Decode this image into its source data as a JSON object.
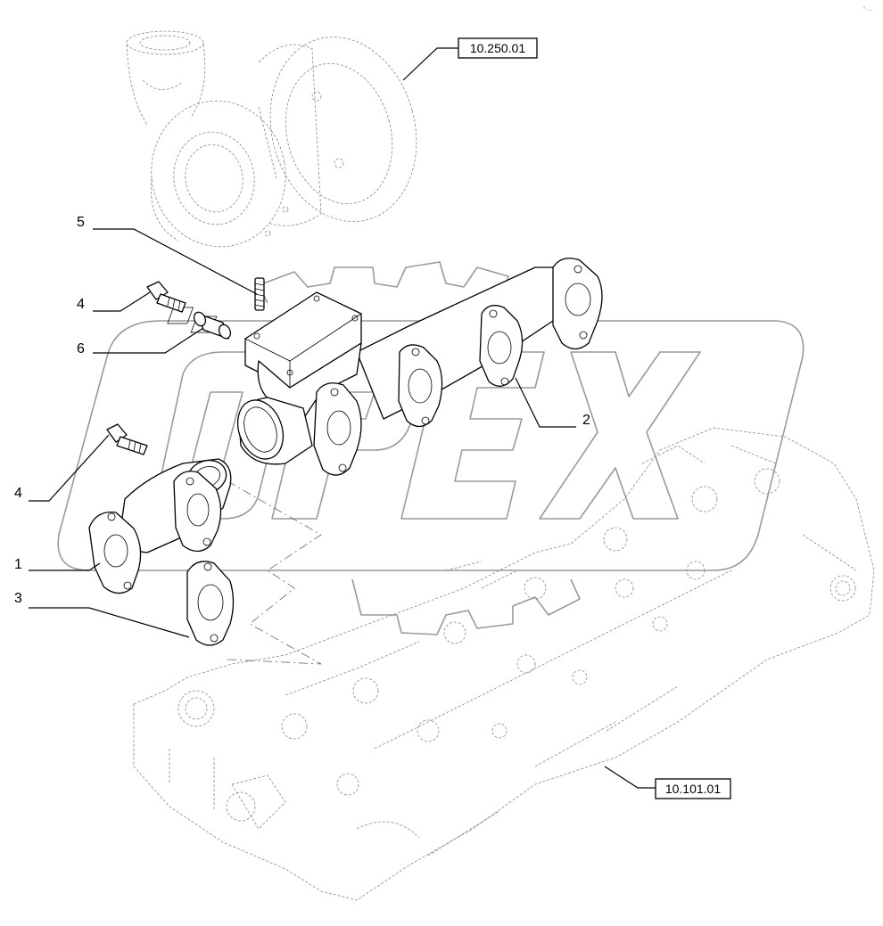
{
  "diagram": {
    "corner_mark": "° …",
    "callouts": [
      {
        "id": "callout-1",
        "label": "1"
      },
      {
        "id": "callout-2",
        "label": "2"
      },
      {
        "id": "callout-3",
        "label": "3"
      },
      {
        "id": "callout-4a",
        "label": "4"
      },
      {
        "id": "callout-4b",
        "label": "4"
      },
      {
        "id": "callout-5",
        "label": "5"
      },
      {
        "id": "callout-6",
        "label": "6"
      }
    ],
    "references": [
      {
        "id": "ref-turbocharger",
        "label": "10.250.01"
      },
      {
        "id": "ref-cylinder-head",
        "label": "10.101.01"
      }
    ]
  }
}
